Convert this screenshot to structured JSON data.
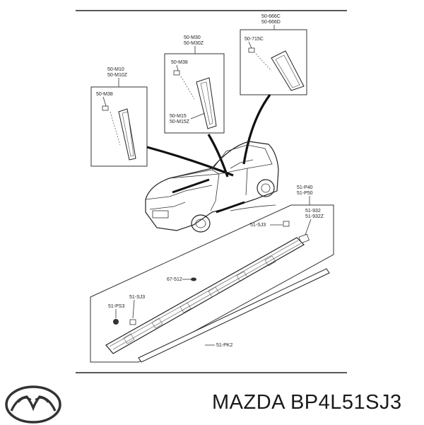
{
  "labels": {
    "b1_title_1": "50-M10",
    "b1_title_2": "50-M10Z",
    "b1_part": "50-M38",
    "b2_title_1": "50-M30",
    "b2_title_2": "50-M30Z",
    "b2_part_top": "50-M38",
    "b2_part_bottom_1": "50-M15",
    "b2_part_bottom_2": "50-M15Z",
    "b3_title_1": "50-666C",
    "b3_title_2": "50-666D",
    "b3_part": "50-715C",
    "p40": "51-P40",
    "p50": "51-P50",
    "p932": "51-932",
    "p932z": "51-932Z",
    "sj3_top": "51-SJ3",
    "c512": "67-512",
    "sj3_bottom": "51-SJ3",
    "ps3": "51-PS3",
    "pk2": "51-PK2"
  },
  "footer": {
    "part_number": "MAZDA BP4L51SJ3",
    "logo": "mazda-logo-icon"
  }
}
